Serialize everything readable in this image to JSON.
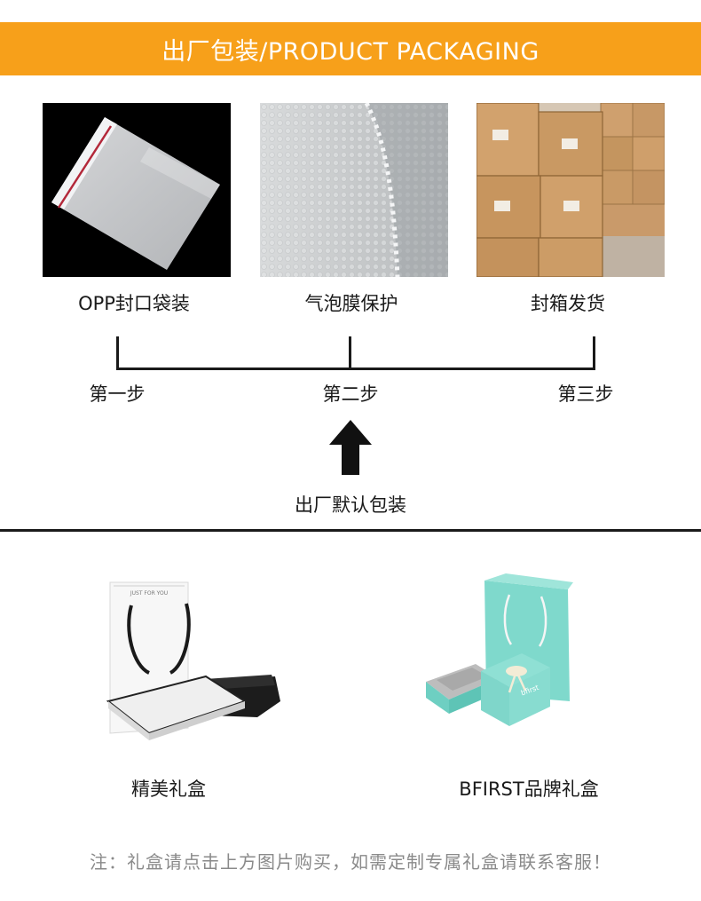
{
  "banner": {
    "title": "出厂包装/PRODUCT PACKAGING",
    "color": "#F7A01A"
  },
  "steps": [
    {
      "image": "opp-bag-photo",
      "label": "OPP封口袋装",
      "step": "第一步"
    },
    {
      "image": "bubble-wrap-photo",
      "label": "气泡膜保护",
      "step": "第二步"
    },
    {
      "image": "cardboard-boxes-photo",
      "label": "封箱发货",
      "step": "第三步"
    }
  ],
  "default_packaging": {
    "icon": "up-arrow-icon",
    "label": "出厂默认包装"
  },
  "gift_boxes": [
    {
      "image": "white-gift-box-photo",
      "label": "精美礼盒",
      "bag_text": "JUST FOR YOU"
    },
    {
      "image": "bfirst-gift-box-photo",
      "label": "BFIRST品牌礼盒",
      "box_text": "bfirst"
    }
  ],
  "note": "注：礼盒请点击上方图片购买，如需定制专属礼盒请联系客服！"
}
